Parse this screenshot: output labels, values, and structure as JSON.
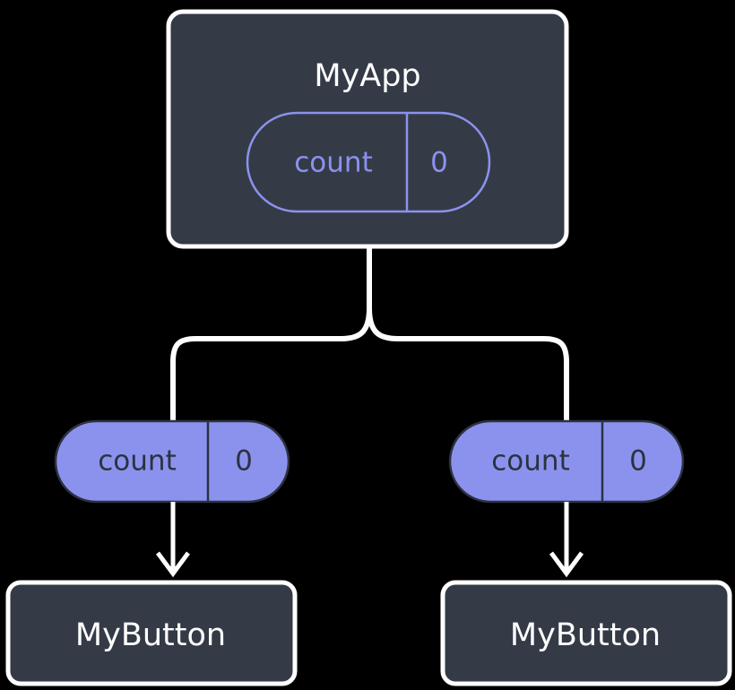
{
  "diagram": {
    "type": "component-state-tree",
    "background_color": "#000000",
    "colors": {
      "box_fill": "#343b47",
      "box_border": "#ffffff",
      "accent_purple": "#8b92ee",
      "pill_text_dark": "#2c3240",
      "connector": "#ffffff",
      "pill_divider_dark": "#3c4250"
    },
    "root": {
      "name": "root-node",
      "label": "MyApp",
      "style": "box-outlined-dark",
      "state_pill": {
        "name": "count",
        "value": "0",
        "style": "outlined"
      }
    },
    "branches": [
      {
        "name": "left-branch",
        "state_pill": {
          "name": "count",
          "value": "0",
          "style": "filled"
        },
        "child": {
          "label": "MyButton",
          "style": "box-outlined-dark"
        }
      },
      {
        "name": "right-branch",
        "state_pill": {
          "name": "count",
          "value": "0",
          "style": "filled"
        },
        "child": {
          "label": "MyButton",
          "style": "box-outlined-dark"
        }
      }
    ]
  }
}
